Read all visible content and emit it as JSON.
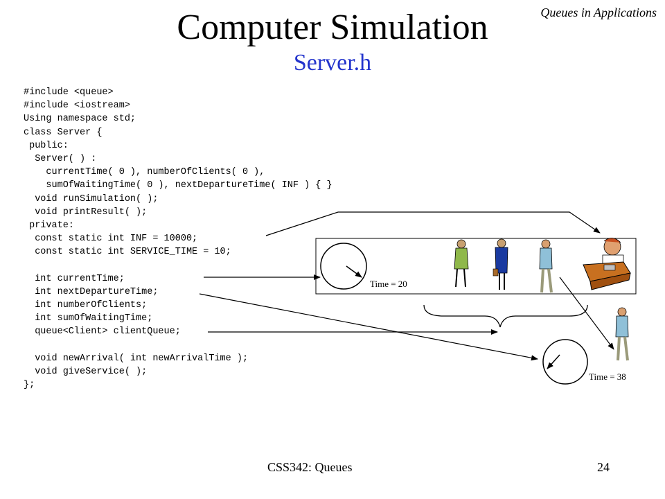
{
  "header": {
    "section": "Queues in Applications"
  },
  "title": "Computer Simulation",
  "subtitle": "Server.h",
  "code_lines": [
    "#include <queue>",
    "#include <iostream>",
    "Using namespace std;",
    "class Server {",
    " public:",
    "  Server( ) :",
    "    currentTime( 0 ), numberOfClients( 0 ),",
    "    sumOfWaitingTime( 0 ), nextDepartureTime( INF ) { }",
    "  void runSimulation( );",
    "  void printResult( );",
    " private:",
    "  const static int INF = 10000;",
    "  const static int SERVICE_TIME = 10;",
    "",
    "  int currentTime;",
    "  int nextDepartureTime;",
    "  int numberOfClients;",
    "  int sumOfWaitingTime;",
    "  queue<Client> clientQueue;",
    "",
    "  void newArrival( int newArrivalTime );",
    "  void giveService( );",
    "};"
  ],
  "diagram": {
    "clock1_label": "Time = 20",
    "clock2_label": "Time = 38"
  },
  "footer": {
    "course": "CSS342: Queues",
    "page": "24"
  }
}
